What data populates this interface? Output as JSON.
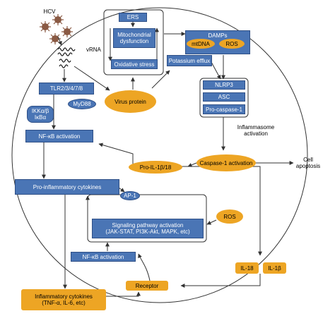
{
  "colors": {
    "box_blue": "#4a75b5",
    "box_orange": "#eda524",
    "arrow": "#333333"
  },
  "labels": {
    "hcv": "HCV",
    "vrna": "vRNA",
    "tlr": "TLR2/3/4/7/8",
    "myd88": "MyD88",
    "ikk": "IKKα/β\nIκBα",
    "nfkb_top": "NF-κB activation",
    "pro_cyto": "Pro-inflammatory cytokines",
    "ap1": "AP-1",
    "ers": "ERS",
    "mito": "Mitochondrial\ndysfunction",
    "oxstress": "Oxidative stress",
    "virus_protein": "Virus protein",
    "potassium": "Potassium efflux",
    "damps": "DAMPs",
    "mtdna": "mtDNA",
    "ros_top": "ROS",
    "nlrp3": "NLRP3",
    "asc": "ASC",
    "procasp": "Pro-caspase-1",
    "inflammasome": "Inflammasome\nactivation",
    "caspase": "Caspase-1 activation",
    "cell_apoptosis": "Cell\napoptosis",
    "proil": "Pro-IL-1β/18",
    "ros_mid": "ROS",
    "signaling": "Signaling pathway activation\n(JAK-STAT, PI3K-Akt, MAPK, etc)",
    "nfkb_bottom": "NF-κB activation",
    "il18": "IL-18",
    "il1b": "IL-1β",
    "receptor": "Receptor",
    "inflam_cyto": "Inflammatory cytokines\n(TNF-α, IL-6, etc)"
  }
}
